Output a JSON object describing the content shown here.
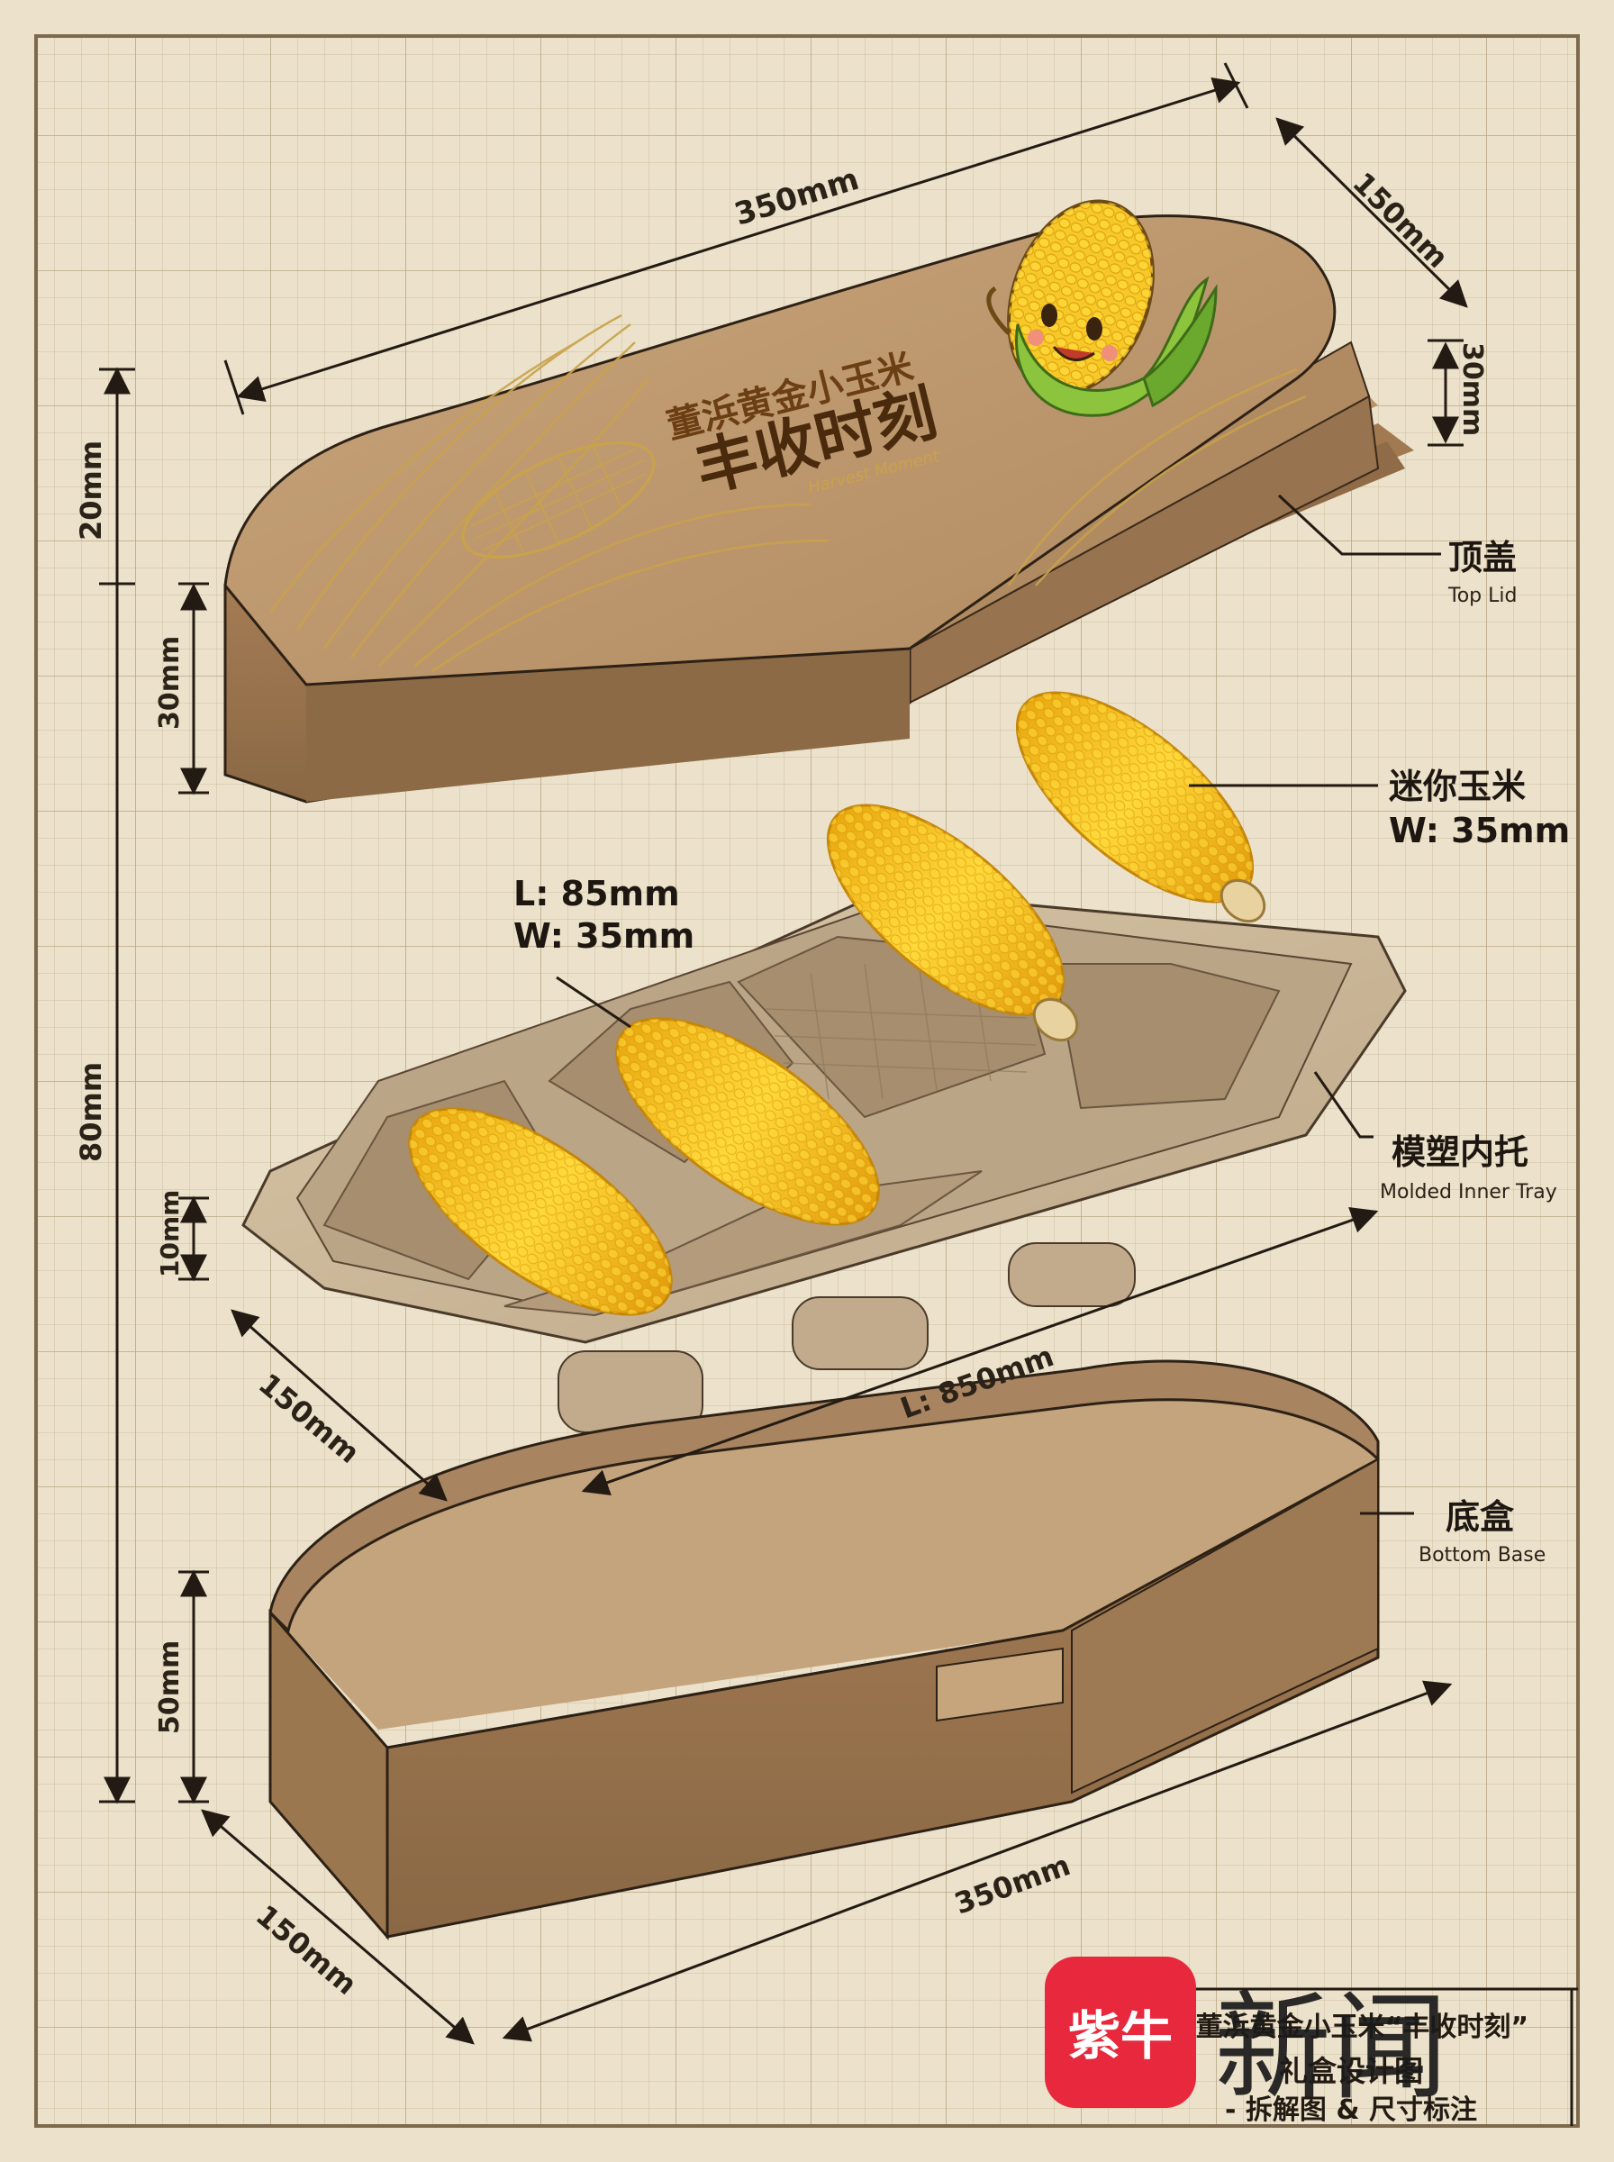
{
  "lid": {
    "brand_line": "董浜黄金小玉米",
    "title": "丰收时刻",
    "subtitle_en": "Harvest Moment",
    "length": "350mm",
    "width": "150mm",
    "height": "30mm"
  },
  "labels": {
    "top_lid": {
      "zh": "顶盖",
      "en": "Top Lid"
    },
    "mini_corn": {
      "zh": "迷你玉米",
      "en": "W: 35mm"
    },
    "cavity": {
      "line1": "L: 85mm",
      "line2": "W: 35mm"
    },
    "inner_tray": {
      "zh": "模塑内托",
      "en": "Molded Inner Tray"
    },
    "bottom_base": {
      "zh": "底盒",
      "en": "Bottom Base"
    }
  },
  "dimensions": {
    "total_height": "80mm",
    "lid_gap": "20mm",
    "lid_side_height": "30mm",
    "tray_height": "10mm",
    "tray_width": "150mm",
    "tray_length": "L: 850mm",
    "base_height": "50mm",
    "base_width": "150mm",
    "base_length": "350mm"
  },
  "caption": {
    "line1": "\"董浜黄金小玉米“丰收时刻”",
    "line2": "礼盒设计图",
    "line3": "- 拆解图 & 尺寸标注"
  },
  "watermark": {
    "badge_text": "紫牛",
    "news_text": "新闻"
  },
  "colors": {
    "background": "#ece2cb",
    "kraft": "#b48c62",
    "kraft_dark": "#8a6845",
    "corn": "#f2c21b",
    "gold": "#c9a24a",
    "watermark_red": "#e8283c"
  }
}
